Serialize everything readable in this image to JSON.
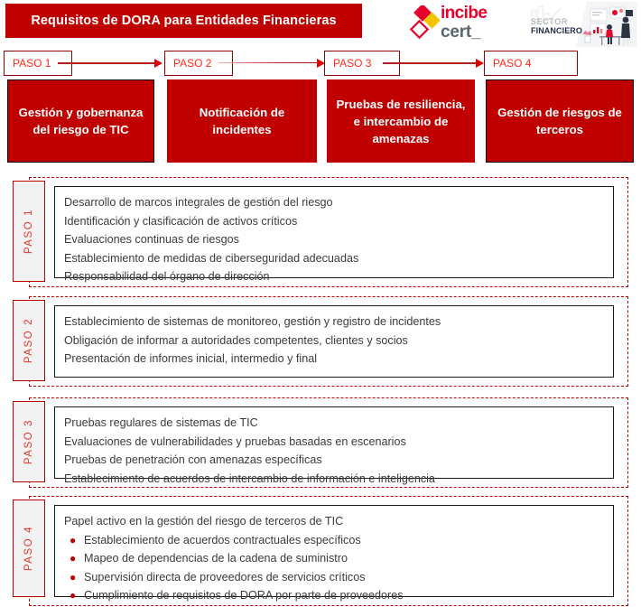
{
  "header": {
    "title": "Requisitos de DORA para Entidades Financieras",
    "logo": {
      "name": "incibe-cert-logo",
      "word_top": "incibe",
      "word_bottom": "cert_"
    },
    "sector_banner": {
      "name": "sector-financiero-banner",
      "line1": "SECTOR",
      "line2": "FINANCIERO"
    }
  },
  "chips": [
    {
      "label": "PASO 1"
    },
    {
      "label": "PASO 2"
    },
    {
      "label": "PASO 3"
    },
    {
      "label": "PASO 4"
    }
  ],
  "cards": [
    {
      "title": "Gestión y gobernanza del riesgo de TIC"
    },
    {
      "title": "Notificación de incidentes"
    },
    {
      "title": "Pruebas de resiliencia, e intercambio de amenazas"
    },
    {
      "title": "Gestión de riesgos de terceros"
    }
  ],
  "sections": [
    {
      "label": "PASO 1",
      "lines": [
        {
          "text": "Desarrollo de marcos integrales de gestión del riesgo",
          "bullet": false
        },
        {
          "text": "Identificación y clasificación de activos críticos",
          "bullet": false
        },
        {
          "text": "Evaluaciones continuas de riesgos",
          "bullet": false
        },
        {
          "text": "Establecimiento de medidas de ciberseguridad adecuadas",
          "bullet": false
        },
        {
          "text": "Responsabilidad del órgano de dirección",
          "bullet": false
        }
      ]
    },
    {
      "label": "PASO 2",
      "lines": [
        {
          "text": "Establecimiento de sistemas de monitoreo, gestión y registro de incidentes",
          "bullet": false
        },
        {
          "text": "Obligación de informar a autoridades competentes, clientes y socios",
          "bullet": false
        },
        {
          "text": "Presentación de informes inicial, intermedio y final",
          "bullet": false
        }
      ]
    },
    {
      "label": "PASO 3",
      "lines": [
        {
          "text": "Pruebas regulares de sistemas de TIC",
          "bullet": false
        },
        {
          "text": "Evaluaciones de vulnerabilidades y pruebas basadas en escenarios",
          "bullet": false
        },
        {
          "text": "Pruebas de penetración con amenazas específicas",
          "bullet": false
        },
        {
          "text": "Establecimiento de acuerdos de intercambio de información e inteligencia",
          "bullet": false
        }
      ]
    },
    {
      "label": "PASO 4",
      "lines": [
        {
          "text": "Papel activo en la gestión del riesgo de terceros de TIC",
          "bullet": false
        },
        {
          "text": "Establecimiento de acuerdos contractuales específicos",
          "bullet": true
        },
        {
          "text": "Mapeo de dependencias de la cadena de suministro",
          "bullet": true
        },
        {
          "text": "Supervisión directa de proveedores de servicios críticos",
          "bullet": true
        },
        {
          "text": "Cumplimiento de requisitos de DORA por parte de proveedores",
          "bullet": true
        }
      ]
    }
  ],
  "colors": {
    "brand_red": "#C00000",
    "accent_red": "#E3032B",
    "chip_text": "#FF2B1A",
    "label_fill": "#F2F2F2",
    "body_text": "#3B3B3B"
  }
}
